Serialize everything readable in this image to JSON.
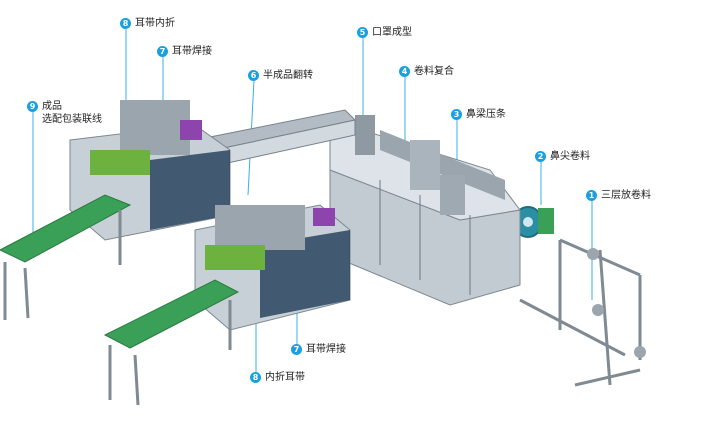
{
  "callouts": [
    {
      "id": "1",
      "text": "三层放卷料"
    },
    {
      "id": "2",
      "text": "鼻尖卷料"
    },
    {
      "id": "3",
      "text": "鼻梁压条"
    },
    {
      "id": "4",
      "text": "卷料复合"
    },
    {
      "id": "5",
      "text": "口罩成型"
    },
    {
      "id": "6",
      "text": "半成品翻转"
    },
    {
      "id": "7",
      "text": "耳带焊接"
    },
    {
      "id": "8",
      "text": "耳带内折"
    },
    {
      "id": "9",
      "text": "成品\n选配包装联线"
    },
    {
      "id": "7",
      "text": "耳带焊接"
    },
    {
      "id": "8",
      "text": "内折耳带"
    }
  ],
  "colors": {
    "badge": "#1aa0dc",
    "leader": "#3ab0e0",
    "frame": "#8f9aa3",
    "panel": "#b9c3cb",
    "conveyor": "#3aa057",
    "machine_green": "#6db23f",
    "purple": "#8e44ad"
  }
}
